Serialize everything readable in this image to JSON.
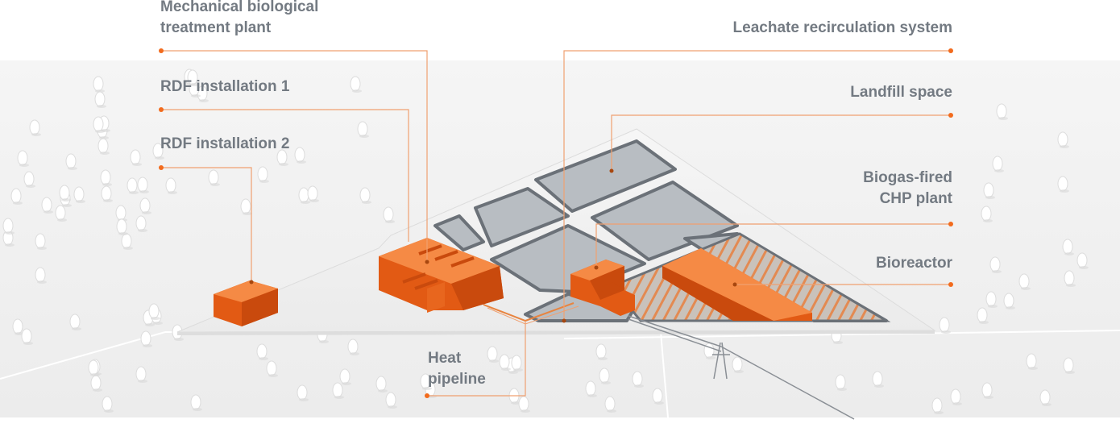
{
  "labels": {
    "mbt": {
      "line1": "Mechanical biological",
      "line2": "treatment plant"
    },
    "rdf1": "RDF installation 1",
    "rdf2": "RDF installation 2",
    "leachate": "Leachate recirculation system",
    "landfill": "Landfill space",
    "chp": {
      "line1": "Biogas-fired",
      "line2": "CHP plant"
    },
    "bioreactor": "Bioreactor",
    "heat": {
      "line1": "Heat",
      "line2": "pipeline"
    }
  },
  "colors": {
    "accent": "#f26b1d",
    "label_text": "#737a82",
    "cell_fill": "#b9bec3",
    "terrain": "#efefef"
  }
}
